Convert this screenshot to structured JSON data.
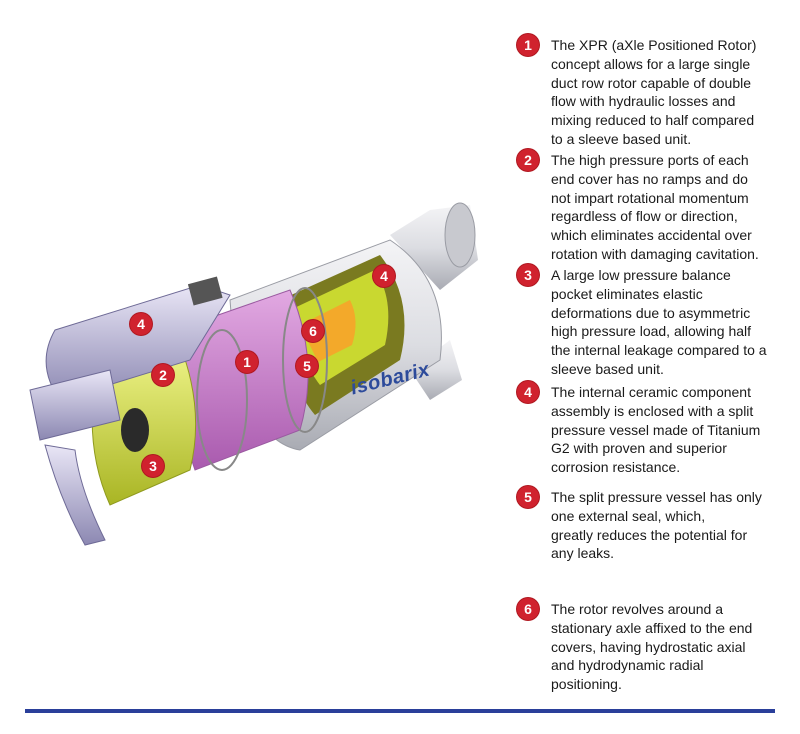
{
  "diagram": {
    "brand_label": "isobarix",
    "markers": [
      {
        "id": "1",
        "label": "1"
      },
      {
        "id": "2",
        "label": "2"
      },
      {
        "id": "3",
        "label": "3"
      },
      {
        "id": "4a",
        "label": "4"
      },
      {
        "id": "4b",
        "label": "4"
      },
      {
        "id": "5",
        "label": "5"
      },
      {
        "id": "6",
        "label": "6"
      }
    ]
  },
  "items": [
    {
      "number": "1",
      "lines": [
        "The XPR (aXle Positioned Rotor)",
        "concept allows for a large single",
        "duct row rotor capable of double",
        "flow with hydraulic losses and",
        "mixing reduced to half compared",
        "to a sleeve based unit."
      ]
    },
    {
      "number": "2",
      "lines": [
        "The high pressure ports of each",
        "end cover has no ramps and do",
        "not impart rotational momentum",
        "regardless of flow or direction,",
        "which eliminates accidental over",
        "rotation with damaging cavitation."
      ]
    },
    {
      "number": "3",
      "lines": [
        "A large low pressure  balance",
        "pocket eliminates elastic",
        "deformations due to asymmetric",
        "high pressure load, allowing half",
        "the internal leakage compared to a",
        "sleeve based unit."
      ]
    },
    {
      "number": "4",
      "lines": [
        "The internal ceramic component",
        "assembly is enclosed with a split",
        "pressure vessel made of Titanium",
        "G2 with proven and superior",
        "corrosion resistance."
      ]
    },
    {
      "number": "5",
      "lines": [
        "The split pressure vessel has only",
        "one external seal, which,",
        "greatly reduces the potential for",
        "any leaks."
      ]
    },
    {
      "number": "6",
      "lines": [
        "The rotor revolves around a",
        "stationary axle affixed to the end",
        "covers, having hydrostatic axial",
        "and hydrodynamic radial",
        "positioning."
      ]
    }
  ],
  "colors": {
    "badge": "#d0222e",
    "rule": "#2a3f9a",
    "rotor": "#c77fc9",
    "endcover": "#d8e84a",
    "vessel": "#d9dade"
  }
}
